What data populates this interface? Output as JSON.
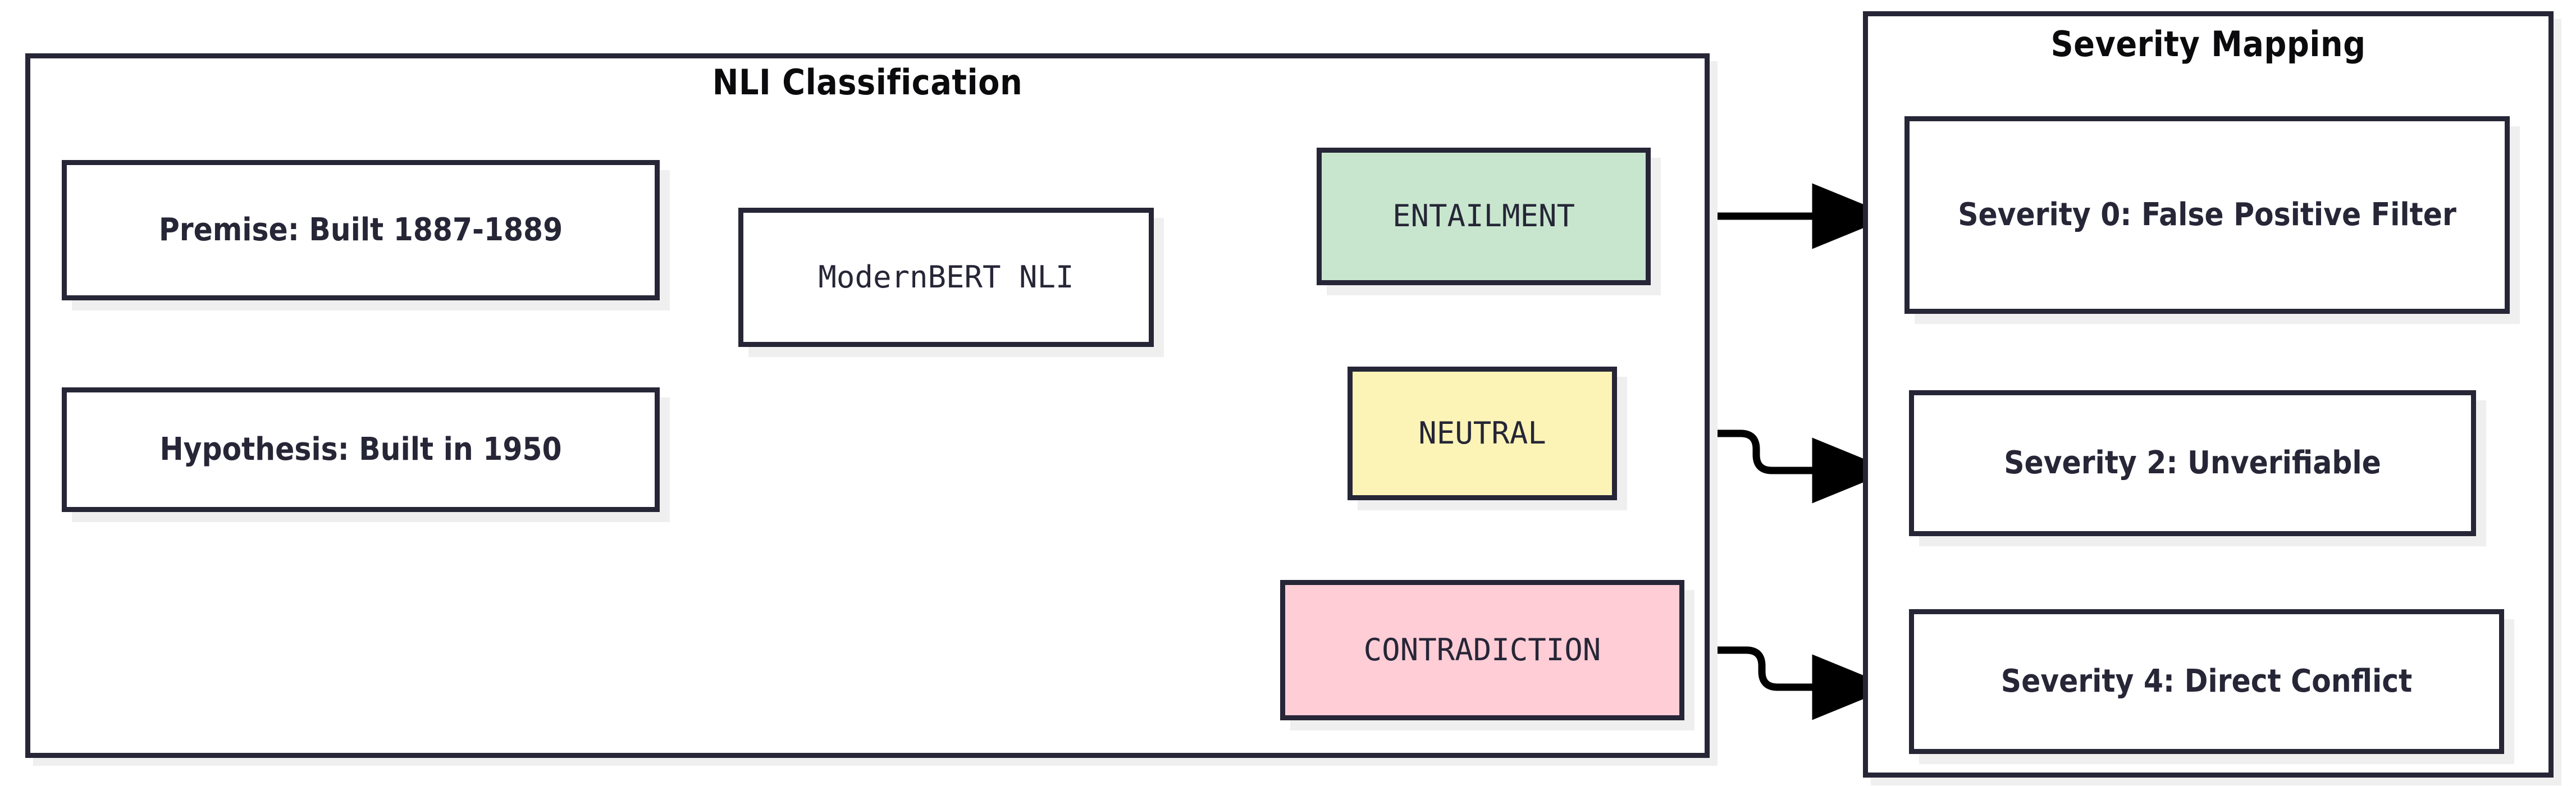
{
  "diagram": {
    "type": "flowchart",
    "direction": "left-to-right",
    "background_color": "#ffffff",
    "node_border_color": "#262637",
    "node_shadow_color": "#efefef",
    "edge_color": "#000000"
  },
  "subgraphs": [
    {
      "id": "nli-classification",
      "title": "NLI Classification"
    },
    {
      "id": "severity-mapping",
      "title": "Severity Mapping"
    }
  ],
  "nodes": {
    "premise": {
      "label": "Premise: Built 1887-1889",
      "fill": "#ffffff"
    },
    "hypothesis": {
      "label": "Hypothesis: Built in 1950",
      "fill": "#ffffff"
    },
    "model": {
      "label": "ModernBERT NLI",
      "fill": "#ffffff"
    },
    "entailment": {
      "label": "ENTAILMENT",
      "fill": "#c8e6ce"
    },
    "neutral": {
      "label": "NEUTRAL",
      "fill": "#fbf4b6"
    },
    "contradiction": {
      "label": "CONTRADICTION",
      "fill": "#ffcdd6"
    },
    "severity0": {
      "label": "Severity 0: False Positive Filter",
      "fill": "#ffffff"
    },
    "severity2": {
      "label": "Severity 2: Unverifiable",
      "fill": "#ffffff"
    },
    "severity4": {
      "label": "Severity 4: Direct Conflict",
      "fill": "#ffffff"
    }
  },
  "edges": [
    {
      "from": "premise",
      "to": "model",
      "label": ""
    },
    {
      "from": "hypothesis",
      "to": "model",
      "label": ""
    },
    {
      "from": "model",
      "to": "entailment",
      "label": ""
    },
    {
      "from": "model",
      "to": "neutral",
      "label": ""
    },
    {
      "from": "model",
      "to": "contradiction",
      "label": ""
    },
    {
      "from": "entailment",
      "to": "severity0",
      "label": ""
    },
    {
      "from": "neutral",
      "to": "severity2",
      "label": ""
    },
    {
      "from": "contradiction",
      "to": "severity4",
      "label": ""
    }
  ]
}
